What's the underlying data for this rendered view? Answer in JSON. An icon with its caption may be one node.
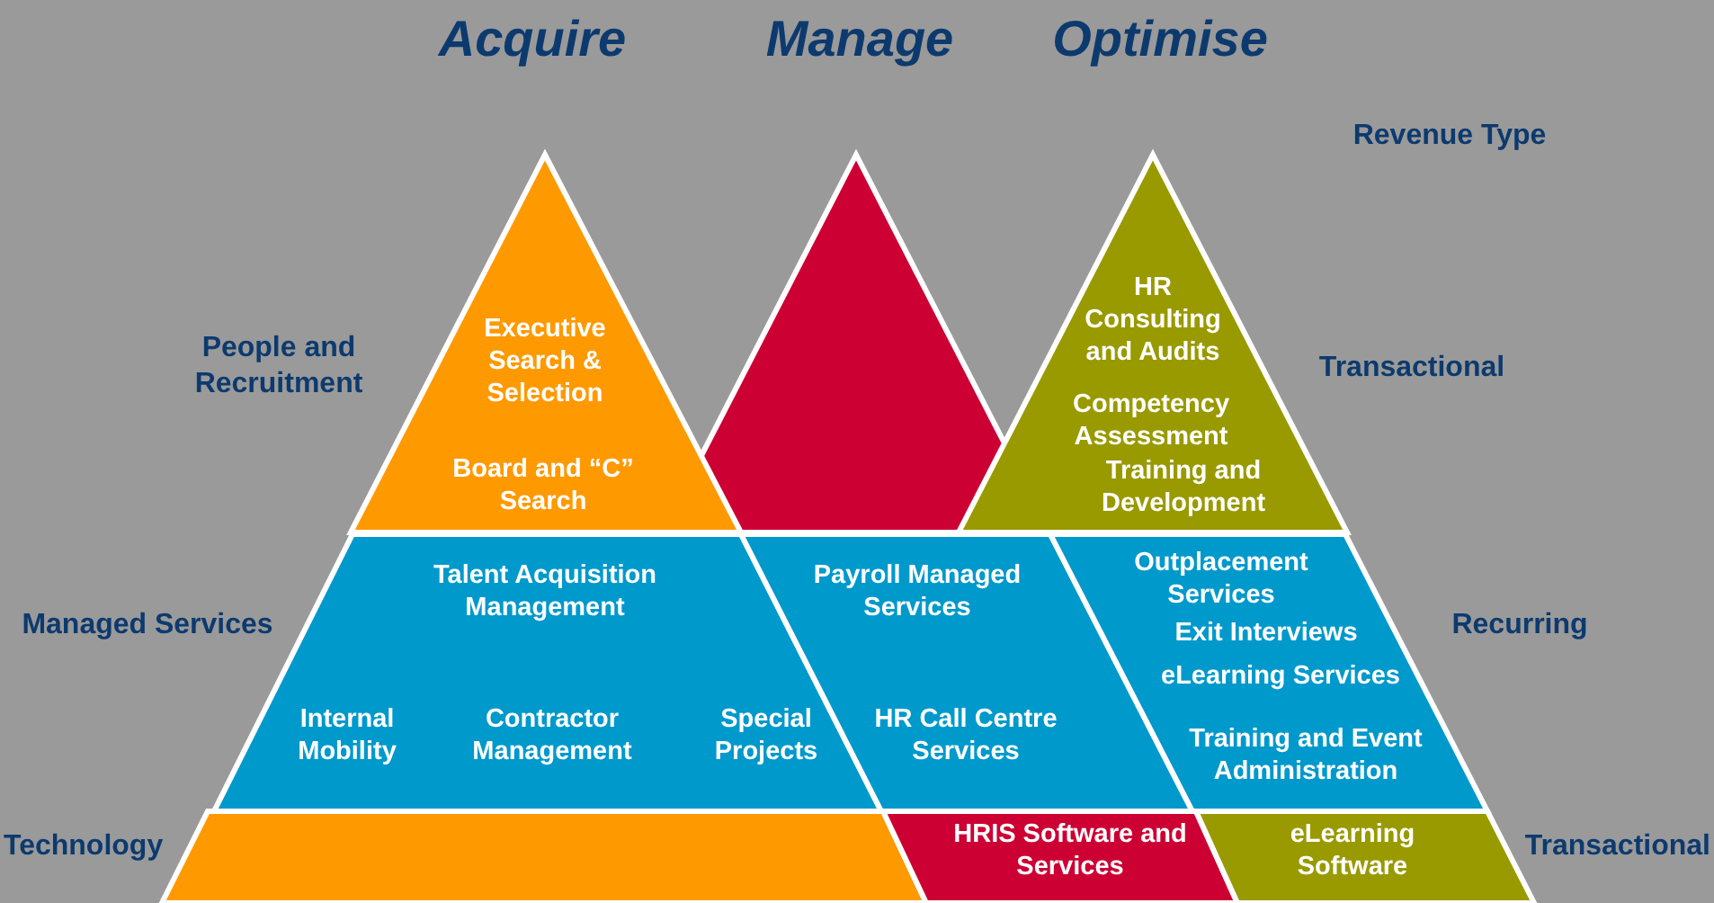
{
  "diagram": {
    "nodes": [
      {
        "text": [
          "Executive Search & Selection",
          "Board and “C” Search"
        ]
      },
      {
        "text": [],
        "shape": "triangle"
      },
      {
        "text": [
          "HR Consulting and Audits",
          "Competency Assessment",
          "Training and Development"
        ]
      },
      {
        "text": [
          "Talent Acquisition Management",
          "Internal Mobility",
          "Contractor Management",
          "Special Projects"
        ]
      },
      {
        "text": [
          "Payroll Managed Services",
          "HR Call Centre Services"
        ]
      },
      {
        "text": [
          "Outplacement Services",
          "Exit Interviews",
          "eLearning Services",
          "Training and Event Administration"
        ]
      },
      {
        "text": [],
        "shape": "bar"
      },
      {
        "text": [
          "HRIS Software and Services"
        ]
      },
      {
        "text": [
          "eLearning Software"
        ]
      }
    ],
    "edges": [],
    "labels": [
      "Acquire",
      "Manage",
      "Optimise",
      "Revenue Type",
      "People and Recruitment",
      "Transactional",
      "Managed Services",
      "Recurring",
      "Technology",
      "Transactional"
    ]
  }
}
